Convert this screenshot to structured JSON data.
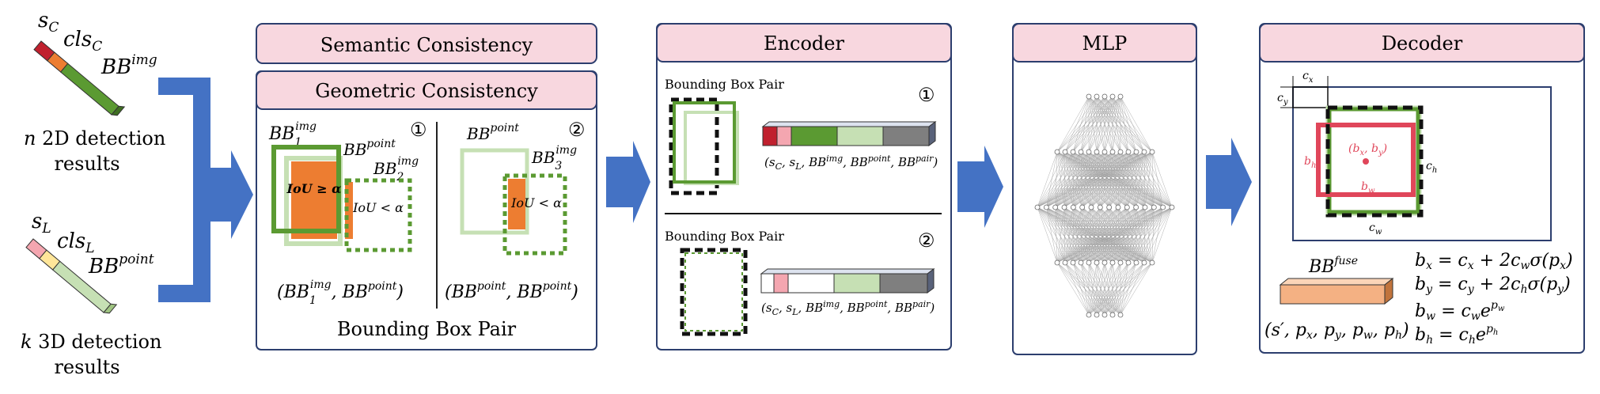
{
  "left": {
    "top_label_s": "s",
    "top_label_s_sub": "C",
    "top_label_cls": "cls",
    "top_label_cls_sub": "C",
    "top_label_bb": "BB",
    "top_label_bb_sup": "img",
    "top_caption_1": "n 2D detection",
    "top_caption_1_var": "n",
    "top_caption_1_rest": " 2D detection",
    "top_caption_2": "results",
    "bottom_label_s": "s",
    "bottom_label_s_sub": "L",
    "bottom_label_cls": "cls",
    "bottom_label_cls_sub": "L",
    "bottom_label_bb": "BB",
    "bottom_label_bb_sup": "point",
    "bottom_caption_1_var": "k",
    "bottom_caption_1_rest": " 3D detection",
    "bottom_caption_2": "results"
  },
  "panels": {
    "semantic_title": "Semantic Consistency",
    "geometric_title": "Geometric Consistency",
    "encoder_title": "Encoder",
    "mlp_title": "MLP",
    "decoder_title": "Decoder"
  },
  "geometric": {
    "num1": "①",
    "num2": "②",
    "bb1_img": "BB",
    "bb1_img_sub": "1",
    "bb1_img_sup": "img",
    "bb_point": "BB",
    "bb_point_sup": "point",
    "bb2_img_sub": "2",
    "bb2_img_sup": "img",
    "bb3_img_sub": "3",
    "bb3_img_sup": "img",
    "iou_ge": "IoU ≥ α",
    "iou_lt": "IoU < α",
    "pair1": "(BB",
    "pair1_tail": ", BB",
    "pair2": "(BB",
    "bbox_pair_label": "Bounding Box Pair"
  },
  "encoder": {
    "pair_label_1": "Bounding Box Pair",
    "pair_label_2": "Bounding Box Pair",
    "num1": "①",
    "num2": "②",
    "formula_1": "(s",
    "formula_2": "(s"
  },
  "decoder": {
    "cx": "c",
    "cx_sub": "x",
    "cy": "c",
    "cy_sub": "y",
    "bh": "b",
    "bh_sub": "h",
    "bw": "b",
    "bw_sub": "w",
    "ch": "c",
    "ch_sub": "h",
    "cw": "c",
    "cw_sub": "w",
    "bxy": "(b",
    "bb_fuse": "BB",
    "bb_fuse_sup": "fuse",
    "eq_bx": "b",
    "eq_by": "b",
    "eq_bw": "b",
    "eq_bh": "b"
  },
  "colors": {
    "panel_header_fill": "#f8d7df",
    "panel_border": "#2c3e6e",
    "arrow_blue": "#4472c4",
    "dark_green": "#5b9a32",
    "light_green": "#c6e0b4",
    "orange": "#ed7d31",
    "red": "#e0465a",
    "gray": "#7f7f7f",
    "pink": "#f4a6b0",
    "fuse_fill": "#f4b183"
  }
}
